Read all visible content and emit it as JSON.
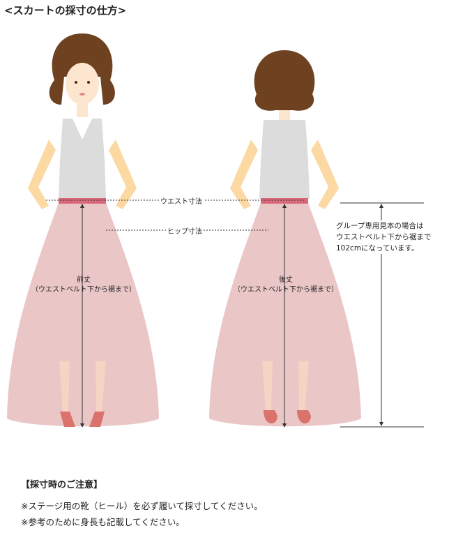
{
  "title": "<スカートの採寸の仕方>",
  "labels": {
    "waist": "ウエスト寸法",
    "hip": "ヒップ寸法",
    "front_length": "前丈",
    "front_length_sub": "（ウエストベルト下から裾まで）",
    "back_length": "後丈",
    "back_length_sub": "（ウエストベルト下から裾まで）"
  },
  "note": {
    "line1": "グループ専用見本の場合は",
    "line2": "ウエストベルト下から裾まで",
    "line3": "102cmになっています。"
  },
  "caution": {
    "heading": "【採寸時のご注意】",
    "items": [
      "※ステージ用の靴（ヒール）を必ず履いて採寸してください。",
      "※参考のために身長も記載してください。"
    ]
  },
  "colors": {
    "skirt": "#ebc6c7",
    "waistband": "#d9687a",
    "hair": "#6e4220",
    "skin": "#fde6cf",
    "arm": "#fcd8a2",
    "top": "#dcdcdc",
    "shoe": "#d9736b"
  }
}
